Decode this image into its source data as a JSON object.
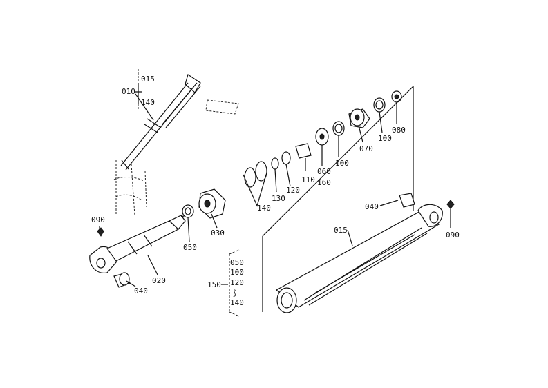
{
  "labels": {
    "assembly_010": "010",
    "assembly_015_a": "015",
    "assembly_140_a": "140",
    "l_090_left": "090",
    "l_020": "020",
    "l_040_left": "040",
    "l_050": "050",
    "l_030": "030",
    "l_140": "140",
    "l_130": "130",
    "l_120": "120",
    "l_110": "110",
    "l_060": "060",
    "l_160": "160",
    "l_100_a": "100",
    "l_070": "070",
    "l_100_b": "100",
    "l_080": "080",
    "l_015": "015",
    "l_040_right": "040",
    "l_090_right": "090",
    "kit_150": "150",
    "kit_050": "050",
    "kit_100": "100",
    "kit_120": "120",
    "kit_140": "140"
  }
}
